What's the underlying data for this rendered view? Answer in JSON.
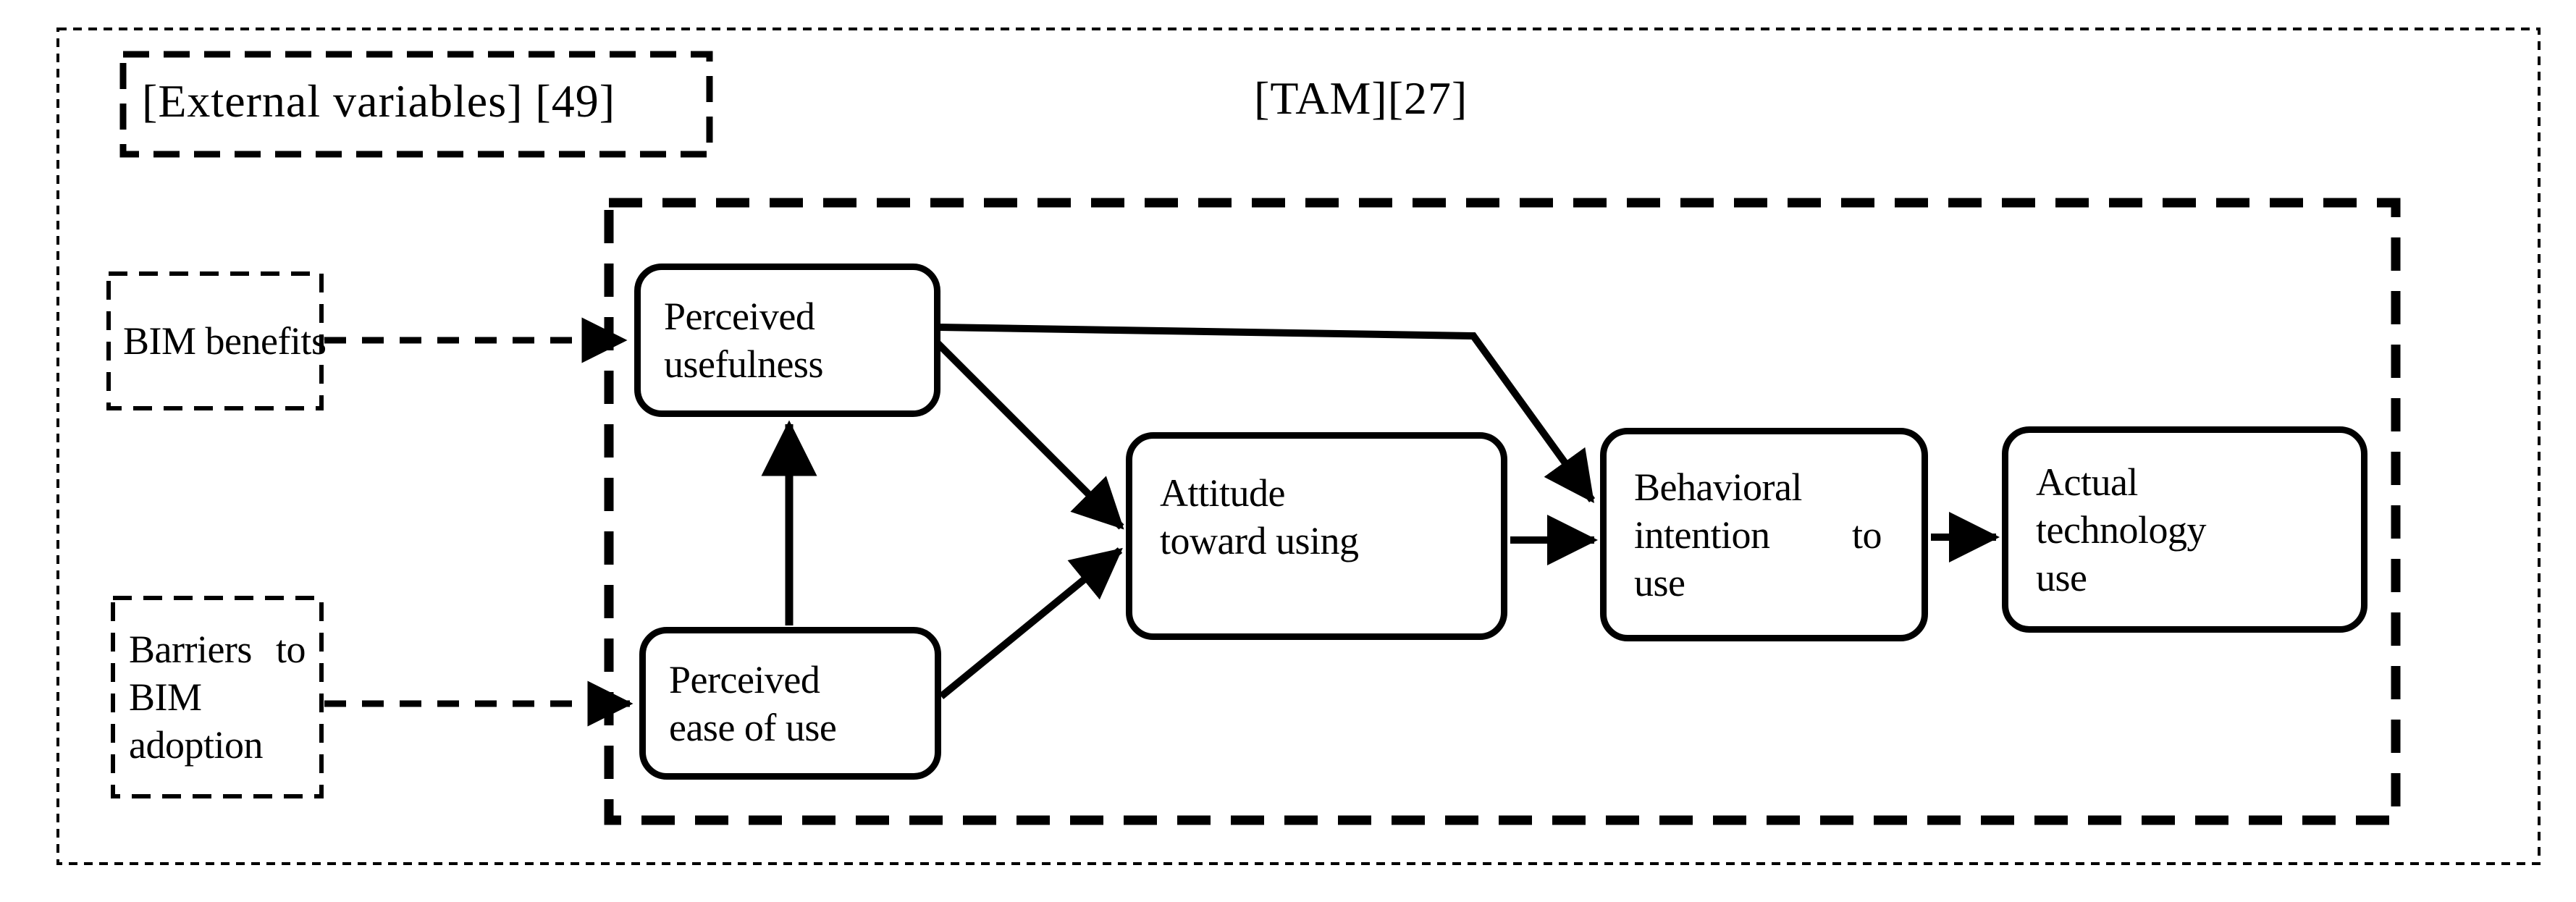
{
  "colors": {
    "ink": "#000000",
    "paper": "#ffffff"
  },
  "labels": {
    "external_variables": "[External variables] [49]",
    "tam": "[TAM][27]"
  },
  "external_nodes": {
    "bim_benefits": {
      "label": "BIM benefits"
    },
    "barriers": {
      "line1_left": "Barriers",
      "line1_right": "to",
      "line2": "BIM",
      "line3": "adoption"
    }
  },
  "tam_nodes": {
    "perceived_usefulness": {
      "line1": "Perceived",
      "line2": "usefulness"
    },
    "perceived_ease_of_use": {
      "line1": "Perceived",
      "line2": "ease of use"
    },
    "attitude_toward_using": {
      "line1": "Attitude",
      "line2": "toward using"
    },
    "behavioral_intention": {
      "line1": "Behavioral",
      "line2_left": "intention",
      "line2_right": "to",
      "line3": "use"
    },
    "actual_technology_use": {
      "line1": "Actual",
      "line2": "technology",
      "line3": "use"
    }
  }
}
